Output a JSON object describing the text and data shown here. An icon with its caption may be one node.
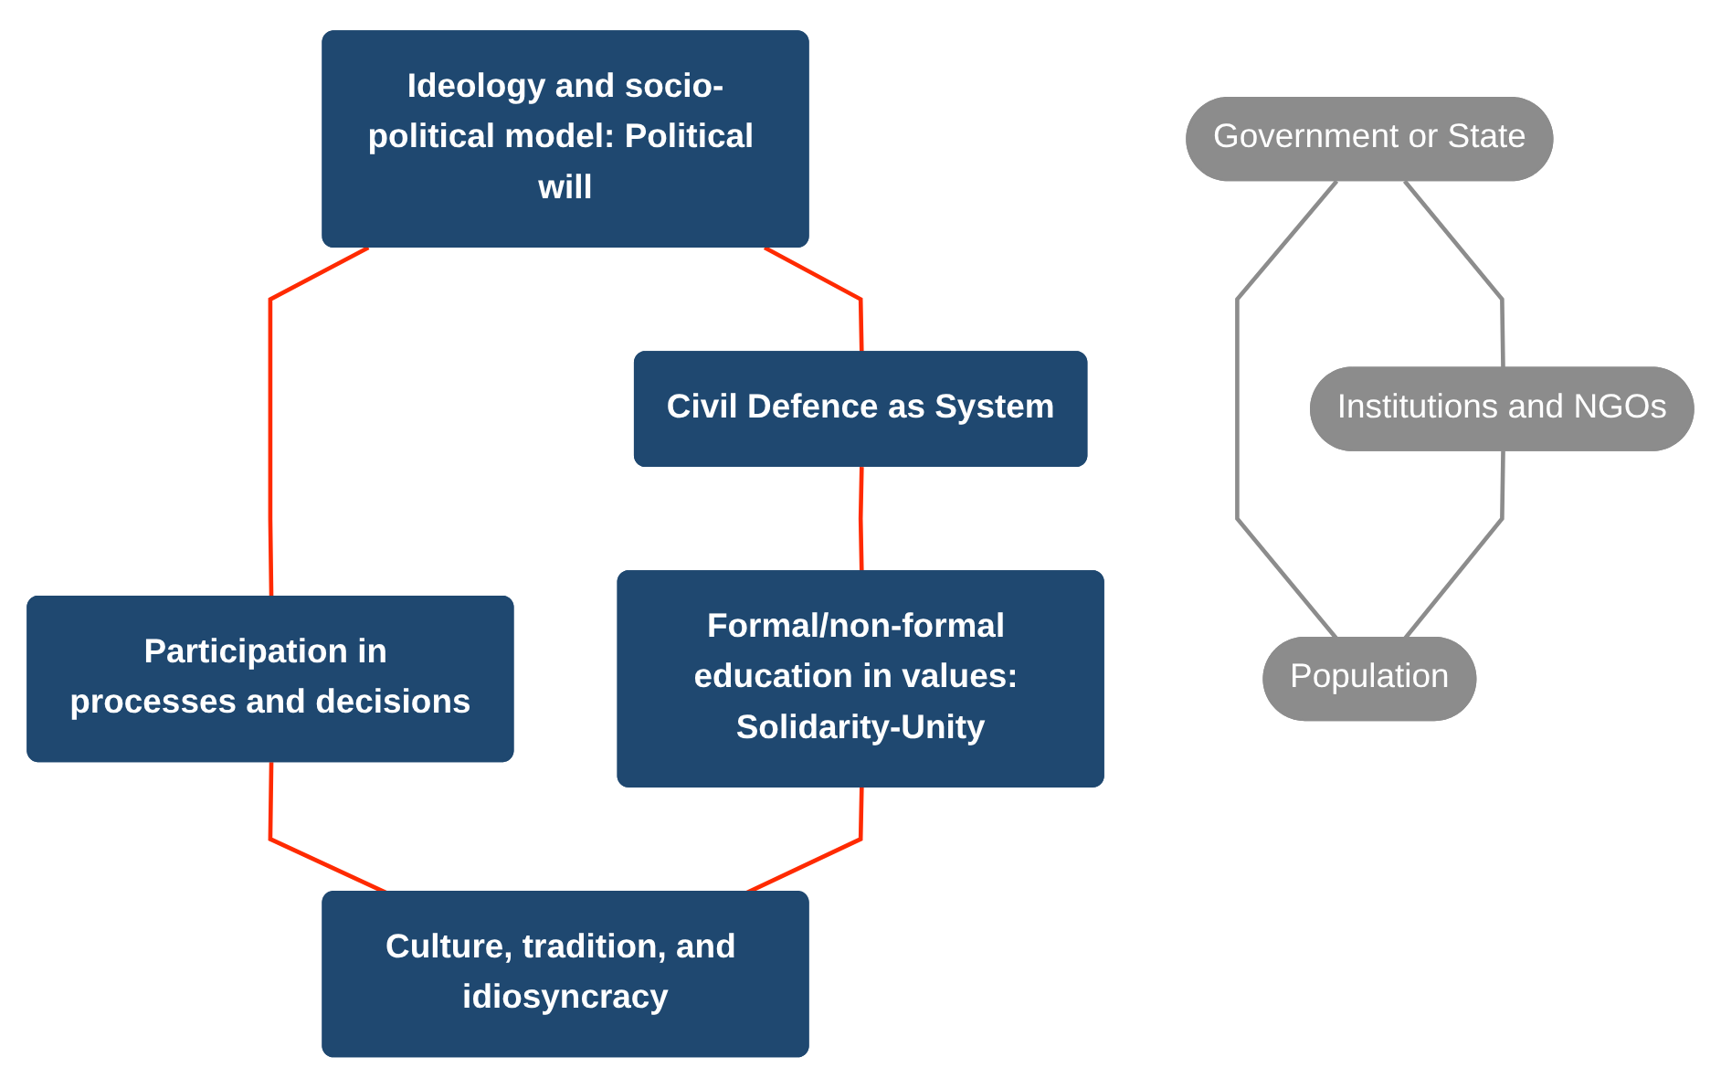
{
  "diagram": {
    "nodes": [
      {
        "text": [
          "Government or State"
        ]
      },
      {
        "text": [
          "Ideology and socio-political model: Political will"
        ]
      },
      {
        "text": [
          "Civil Defence as System"
        ]
      },
      {
        "text": [
          "Participation in processes and decisions"
        ]
      },
      {
        "text": [
          "Formal/non-formal education in values: Solidarity-Unity"
        ]
      },
      {
        "text": [
          "Culture, tradition, and idiosyncracy"
        ]
      },
      {
        "text": [
          "Institutions and NGOs"
        ]
      },
      {
        "text": [
          "Population"
        ]
      }
    ],
    "edges": [
      {
        "from": 1,
        "to": 2,
        "arrow": "none"
      },
      {
        "from": 1,
        "to": 3,
        "arrow": "none"
      },
      {
        "from": 2,
        "to": 4,
        "arrow": "none"
      },
      {
        "from": 3,
        "to": 5,
        "arrow": "none"
      },
      {
        "from": 4,
        "to": 5,
        "arrow": "none"
      },
      {
        "from": 0,
        "to": 6,
        "arrow": "none",
        "color": "#8c8c8c"
      },
      {
        "from": 0,
        "to": 7,
        "arrow": "none",
        "color": "#8c8c8c"
      },
      {
        "from": 6,
        "to": 7,
        "arrow": "none",
        "color": "#8c8c8c"
      }
    ]
  }
}
